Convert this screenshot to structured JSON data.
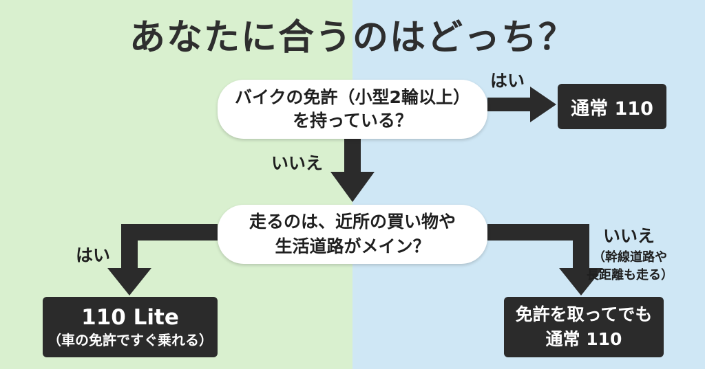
{
  "title": "あなたに合うのはどっち？",
  "question1": {
    "line1": "バイクの免許（小型2輪以上）",
    "line2": "を持っている？"
  },
  "question2": {
    "line1": "走るのは、近所の買い物や",
    "line2": "生活道路がメイン？"
  },
  "labels": {
    "yes1": "はい",
    "no1": "いいえ",
    "yes2": "はい",
    "no2": "いいえ"
  },
  "no2_note": {
    "line1": "（幹線道路や",
    "line2": "長距離も走る）"
  },
  "results": {
    "regular": "通常 110",
    "lite": {
      "main": "110 Lite",
      "sub": "（車の免許ですぐ乗れる）"
    },
    "license_then_regular": {
      "line1": "免許を取ってでも",
      "line2": "通常 110"
    }
  },
  "colors": {
    "left_bg": "#d9f0cf",
    "right_bg": "#cfe7f5",
    "result_bg": "#2b2b2b",
    "arrow": "#2b2b2b"
  }
}
